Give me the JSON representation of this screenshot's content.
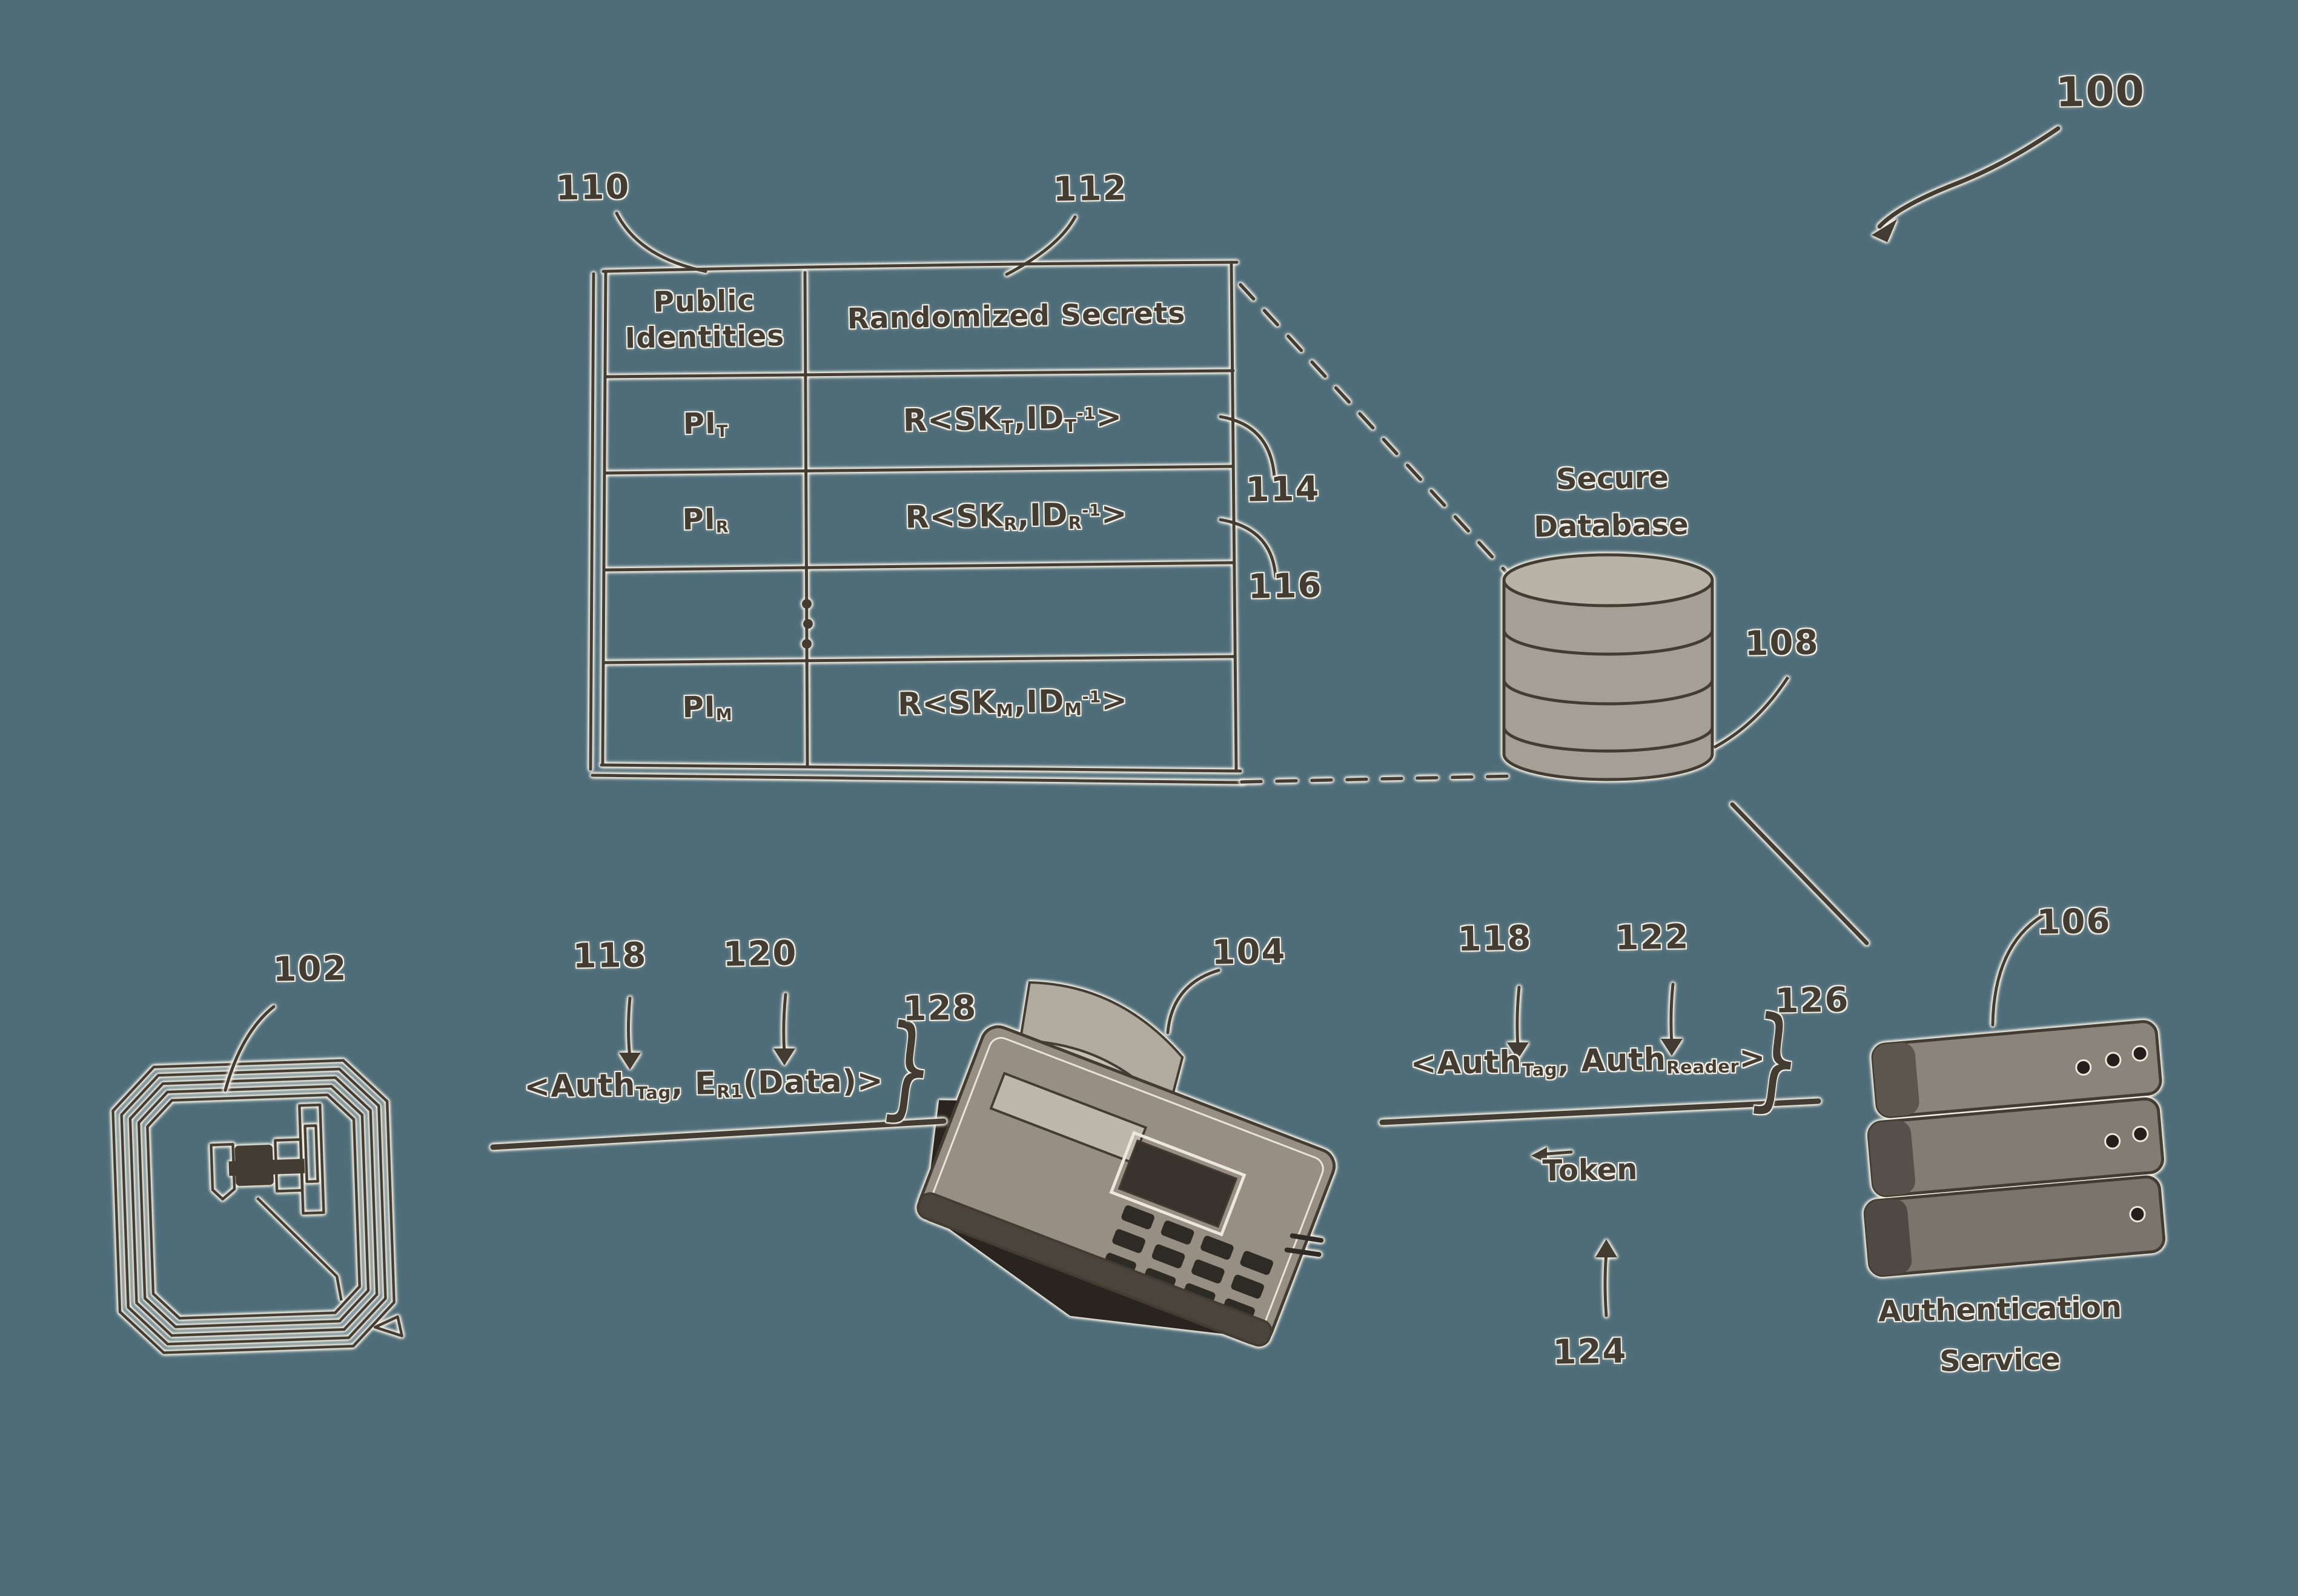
{
  "colors": {
    "background": "#4f6d79",
    "ink": "#433c33",
    "halo": "#f3efe4"
  },
  "refs": {
    "fig": "100",
    "tag_device": "102",
    "reader_device": "104",
    "auth_service": "106",
    "database": "108",
    "table_identities": "110",
    "table_secrets": "112",
    "row_tag_secret": "114",
    "row_reader_secret": "116",
    "auth_tag": "118",
    "encrypted_data": "120",
    "auth_reader": "122",
    "token": "124",
    "msg2_pair": "126",
    "msg1_pair": "128"
  },
  "table": {
    "header_identities": "Public Identities",
    "header_secrets": "Randomized Secrets",
    "rows": [
      {
        "identity": [
          {
            "t": "PI"
          },
          {
            "s": "T"
          }
        ],
        "secret": [
          {
            "t": "R<SK"
          },
          {
            "s": "T"
          },
          {
            "t": ",ID"
          },
          {
            "s": "T"
          },
          {
            "p": "-1"
          },
          {
            "t": ">"
          }
        ]
      },
      {
        "identity": [
          {
            "t": "PI"
          },
          {
            "s": "R"
          }
        ],
        "secret": [
          {
            "t": "R<SK"
          },
          {
            "s": "R"
          },
          {
            "t": ",ID"
          },
          {
            "s": "R"
          },
          {
            "p": "-1"
          },
          {
            "t": ">"
          }
        ]
      },
      {
        "identity": [
          {
            "t": "PI"
          },
          {
            "s": "M"
          }
        ],
        "secret": [
          {
            "t": "R<SK"
          },
          {
            "s": "M"
          },
          {
            "t": ",ID"
          },
          {
            "s": "M"
          },
          {
            "p": "-1"
          },
          {
            "t": ">"
          }
        ]
      }
    ]
  },
  "database": {
    "line1": "Secure",
    "line2": "Database"
  },
  "auth_service": {
    "line1": "Authentication",
    "line2": "Service"
  },
  "messages": {
    "msg1": {
      "formula": [
        {
          "t": "<Auth"
        },
        {
          "s": "Tag"
        },
        {
          "t": ", E"
        },
        {
          "s": "R1"
        },
        {
          "t": "(Data)>"
        }
      ]
    },
    "msg2": {
      "formula": [
        {
          "t": "<Auth"
        },
        {
          "s": "Tag"
        },
        {
          "t": ", Auth"
        },
        {
          "s": "Reader"
        },
        {
          "t": ">"
        }
      ]
    }
  },
  "token": {
    "label": "Token"
  },
  "braces": {
    "glyph": "}"
  }
}
